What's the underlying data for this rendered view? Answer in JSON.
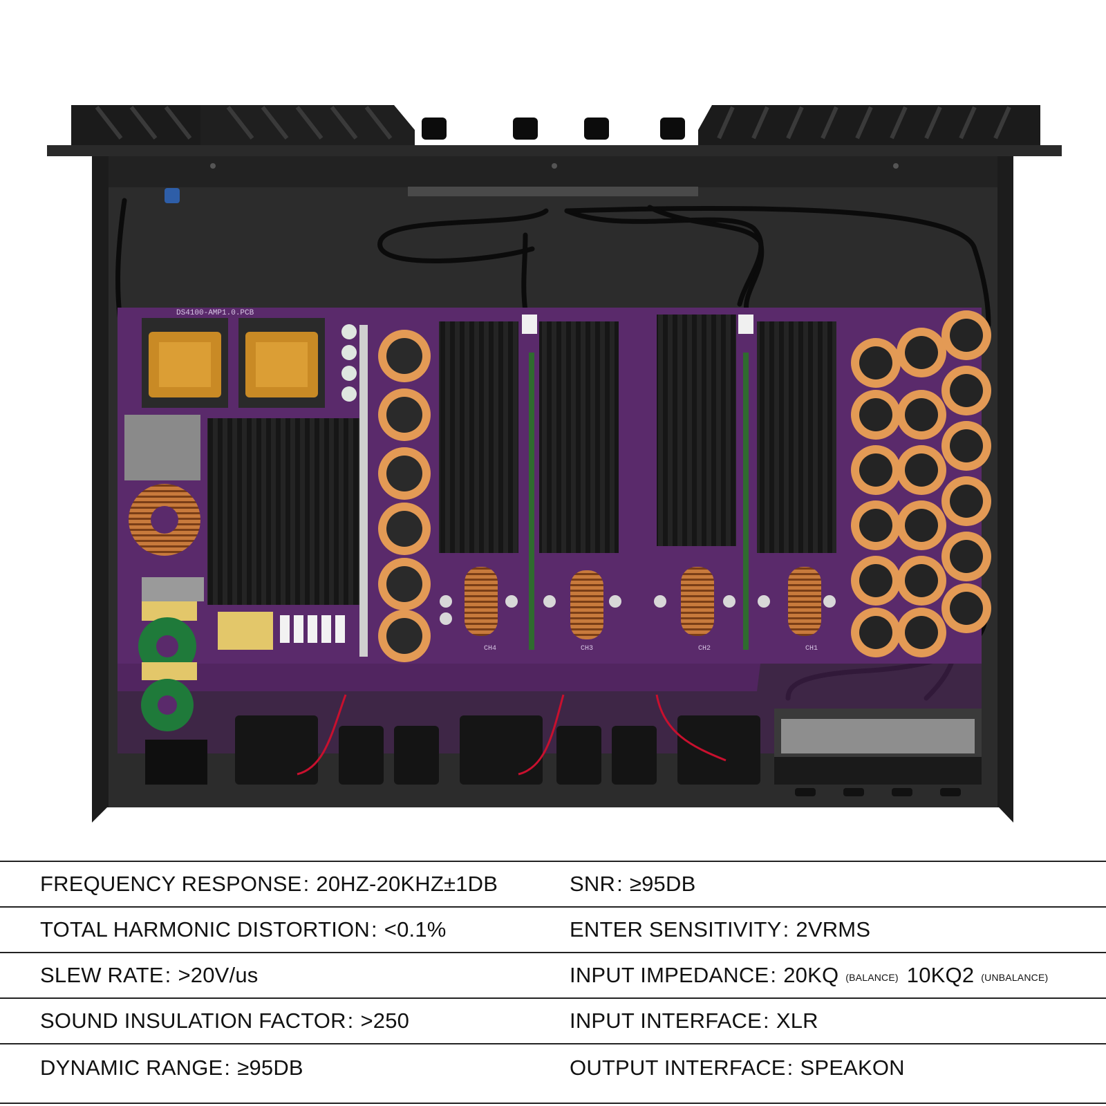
{
  "board": {
    "pcb_label": "DS4100-AMP1.0.PCB",
    "channel_labels": [
      "CH4",
      "CH3",
      "CH2",
      "CH1"
    ]
  },
  "colors": {
    "chassis": "#1e1e1e",
    "pcb": "#5a2a6b",
    "heatsink": "#141414",
    "capacitor": "#e39a55",
    "transformer_tape": "#c98a25",
    "copper_coil": "#b5652e"
  },
  "specs": {
    "row1": {
      "left_label": "FREQUENCY RESPONSE",
      "left_value": "20HZ-20KHZ±1DB",
      "right_label": "SNR",
      "right_value": "≥95DB"
    },
    "row2": {
      "left_label": "TOTAL HARMONIC DISTORTION",
      "left_value": "<0.1%",
      "right_label": "ENTER SENSITIVITY",
      "right_value": "2VRMS"
    },
    "row3": {
      "left_label": "SLEW RATE",
      "left_value": ">20V/us",
      "right_label": "INPUT IMPEDANCE",
      "right_value_1": "20KQ",
      "right_note_1": "(BALANCE)",
      "right_value_2": "10KQ2",
      "right_note_2": "(UNBALANCE)"
    },
    "row4": {
      "left_label": "SOUND INSULATION FACTOR",
      "left_value": ">250",
      "right_label": "INPUT INTERFACE",
      "right_value": "XLR"
    },
    "row5": {
      "left_label": "DYNAMIC RANGE",
      "left_value": "≥95DB",
      "right_label": "OUTPUT INTERFACE",
      "right_value": "SPEAKON"
    },
    "separator": ":"
  }
}
